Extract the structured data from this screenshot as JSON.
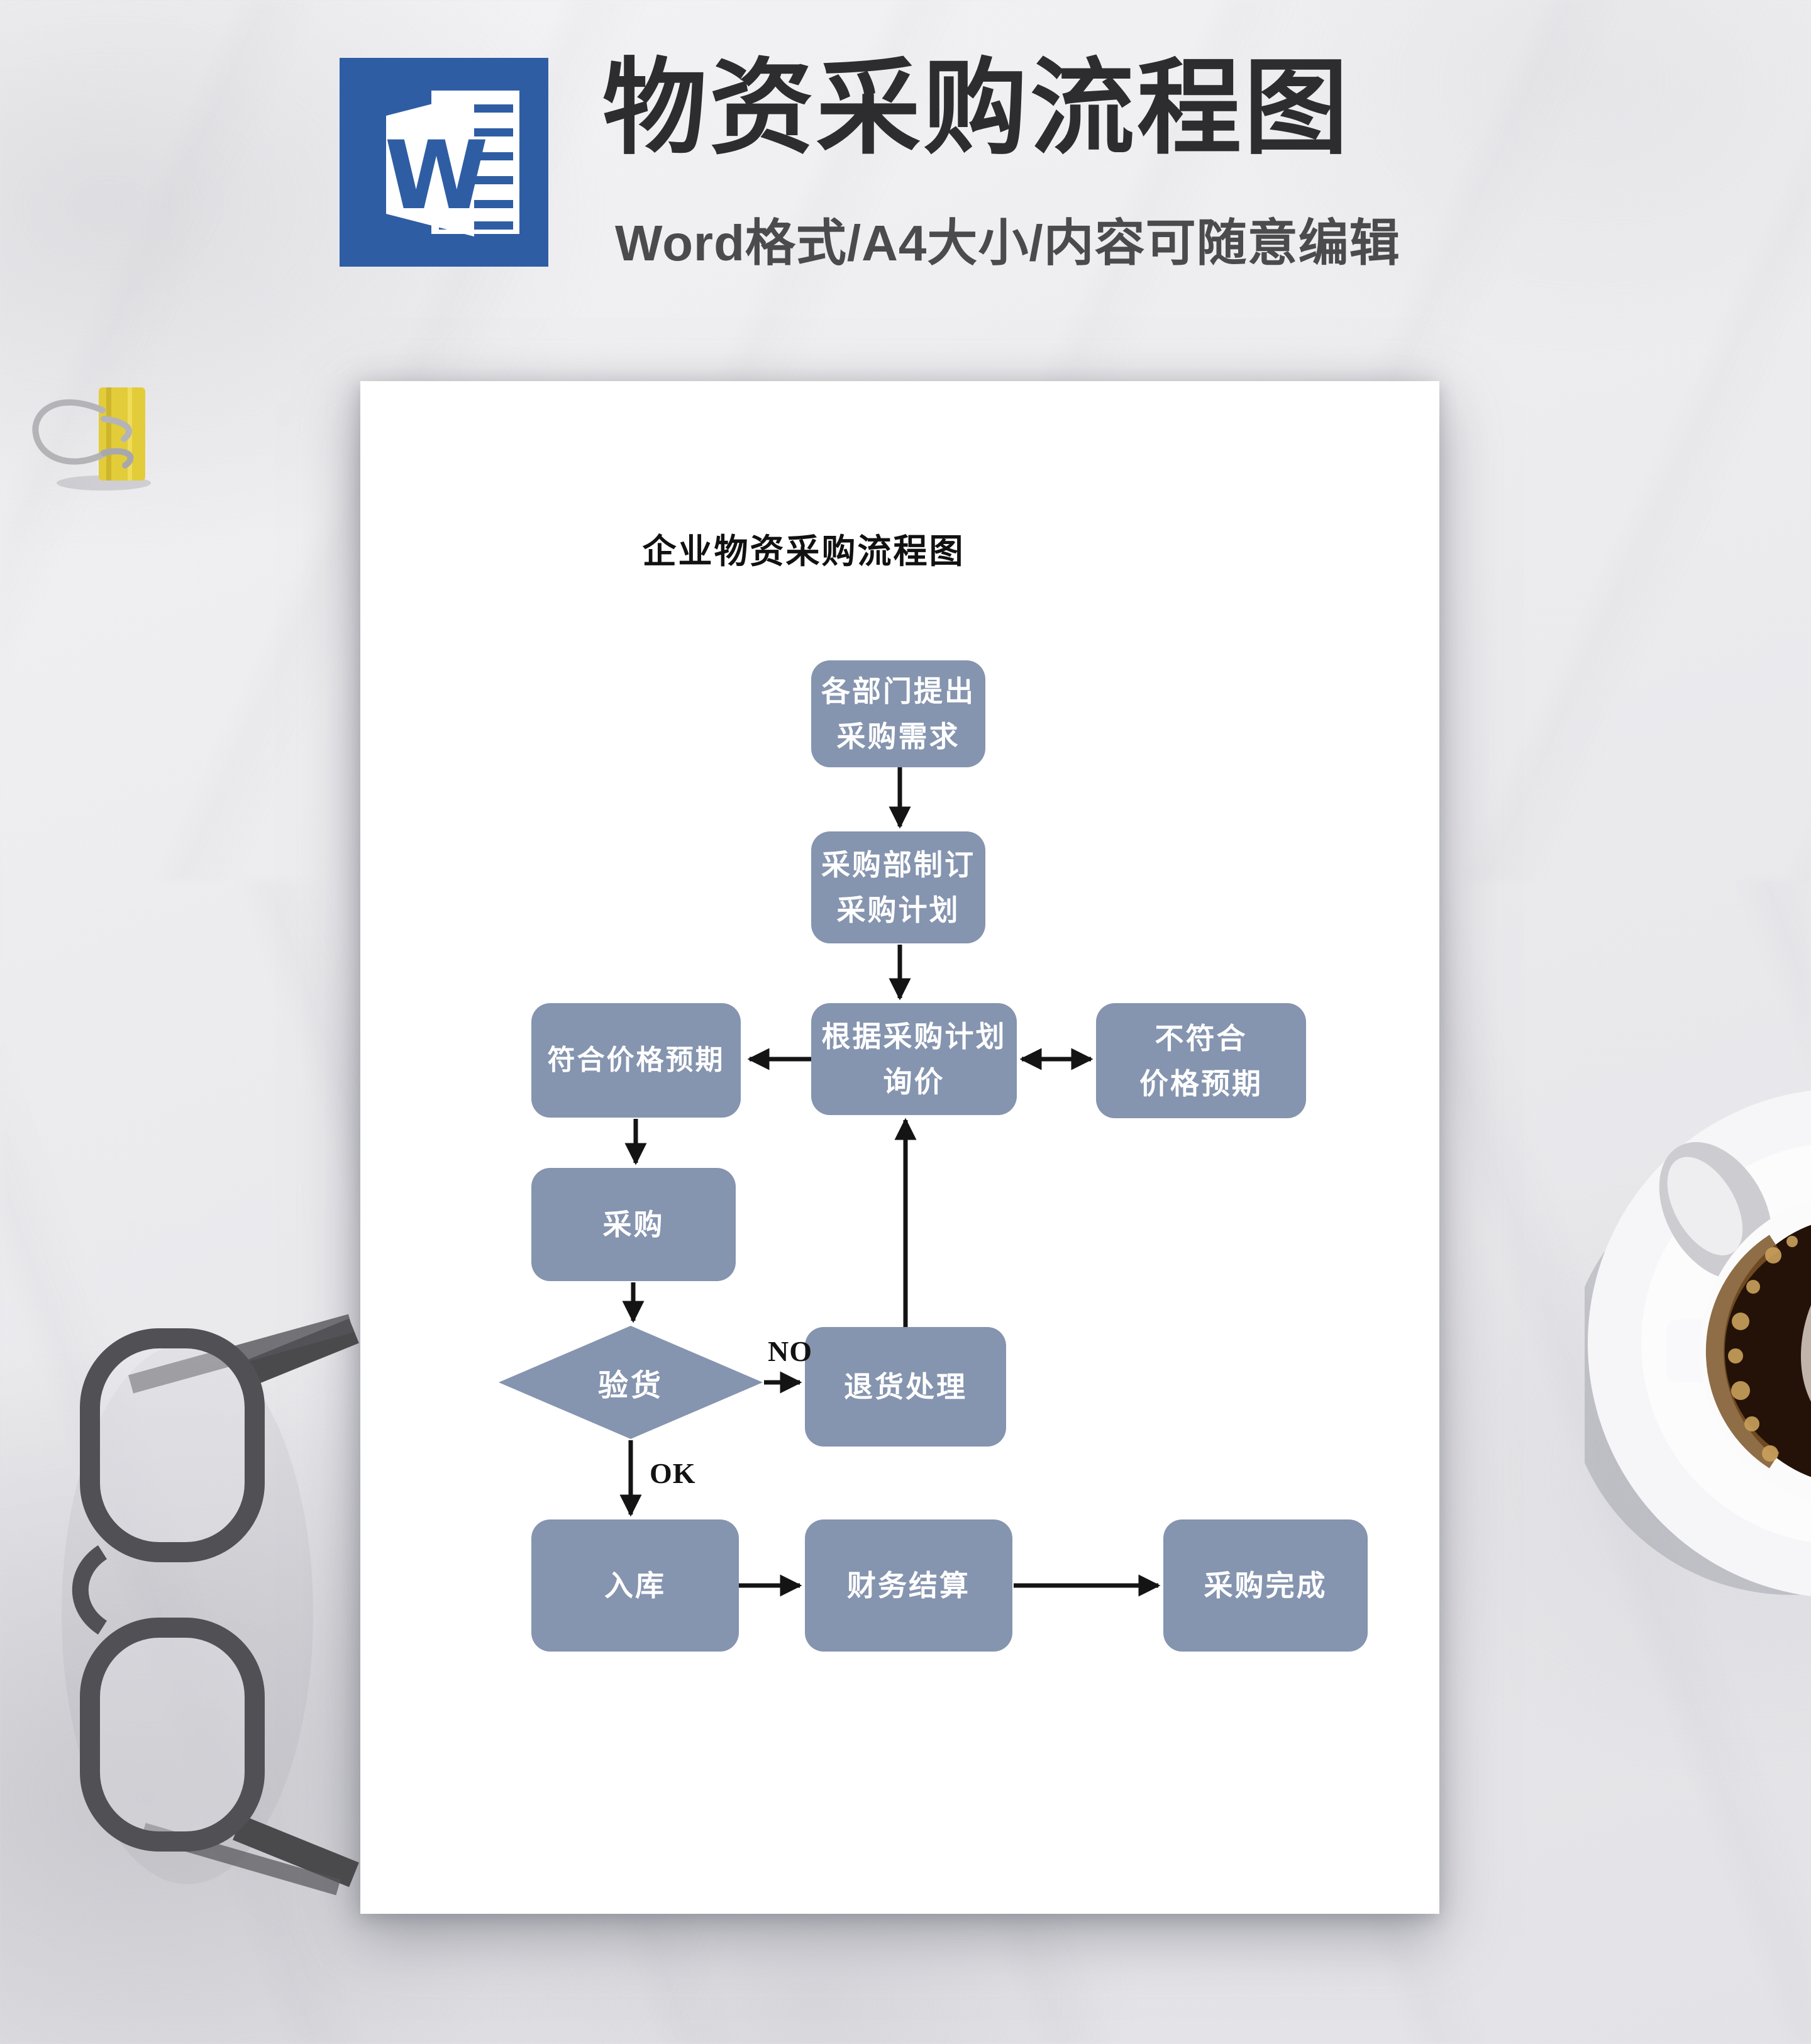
{
  "header": {
    "title": "物资采购流程图",
    "subtitle": "Word格式/A4大小/内容可随意编辑",
    "icon_letter": "W"
  },
  "doc": {
    "title": "企业物资采购流程图"
  },
  "flow": {
    "demand": {
      "line1": "各部门提出",
      "line2": "采购需求"
    },
    "plan": {
      "line1": "采购部制订",
      "line2": "采购计划"
    },
    "inquiry": {
      "line1": "根据采购计划",
      "line2": "询价"
    },
    "price_ok": {
      "line1": "符合价格预期"
    },
    "price_no": {
      "line1": "不符合",
      "line2": "价格预期"
    },
    "purchase": {
      "line1": "采购"
    },
    "inspect": {
      "line1": "验货"
    },
    "return": {
      "line1": "退货处理"
    },
    "warehouse": {
      "line1": "入库"
    },
    "settle": {
      "line1": "财务结算"
    },
    "done": {
      "line1": "采购完成"
    },
    "label_no": "NO",
    "label_ok": "OK"
  },
  "colors": {
    "node_fill": "#8594AF",
    "arrow": "#141414",
    "word_blue": "#2F5DA4",
    "clip_yellow": "#E3CC3A",
    "header_text": "#2D2D30",
    "paper": "#FFFFFF"
  }
}
